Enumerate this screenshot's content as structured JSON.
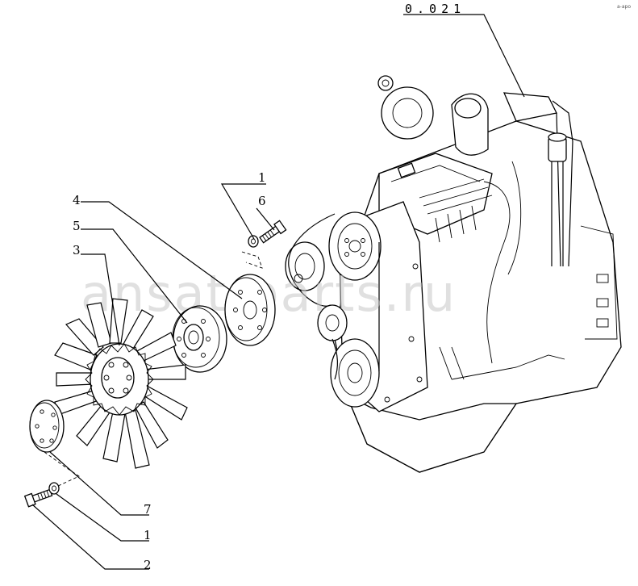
{
  "reference": "0.021",
  "callouts": {
    "c1_top": "1",
    "c6": "6",
    "c4": "4",
    "c5": "5",
    "c3": "3",
    "c7": "7",
    "c1_bottom": "1",
    "c2": "2"
  },
  "watermark": "ansat-parts.ru",
  "corner_mark": "a-apo"
}
